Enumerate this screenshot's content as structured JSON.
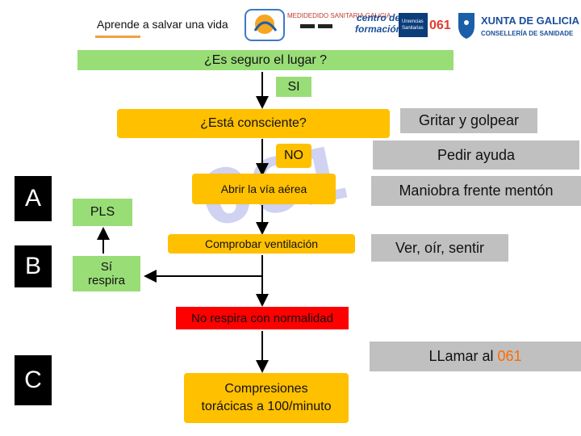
{
  "header": {
    "title": "Aprende a salvar una vida",
    "logos": {
      "org_text": "MEDIDEDIDO SANITARIA GALICIA",
      "centro_line1": "centro de",
      "centro_line2": "formación",
      "urgencias_line1": "Urxencias",
      "urgencias_line2": "Sanitarias",
      "number_061": "061",
      "xunta_line1": "XUNTA DE GALICIA",
      "xunta_line2": "CONSELLERÍA DE SANIDADE"
    }
  },
  "watermark": "061",
  "flow": {
    "safe_question": "¿Es seguro el lugar ?",
    "yes": "SI",
    "conscious_question": "¿Está consciente?",
    "no": "NO",
    "open_airway": "Abrir la vía aérea",
    "check_breathing": "Comprobar ventilación",
    "pls": "PLS",
    "breathes_line1": "Sí",
    "breathes_line2": "respira",
    "not_breathing": "No respira con normalidad",
    "compressions_line1": "Compresiones",
    "compressions_line2": "torácicas a 100/minuto"
  },
  "side_actions": {
    "shout": "Gritar y golpear",
    "help": "Pedir ayuda",
    "maneuver": "Maniobra frente mentón",
    "see": "Ver, oír, sentir",
    "call_prefix": "LLamar al",
    "call_number": "061"
  },
  "letters": {
    "a": "A",
    "b": "B",
    "c": "C"
  },
  "colors": {
    "green": "#99dd77",
    "yellow": "#ffc000",
    "red": "#ff0000",
    "gray": "#c0c0c0",
    "accent_orange": "#ff6a00"
  }
}
